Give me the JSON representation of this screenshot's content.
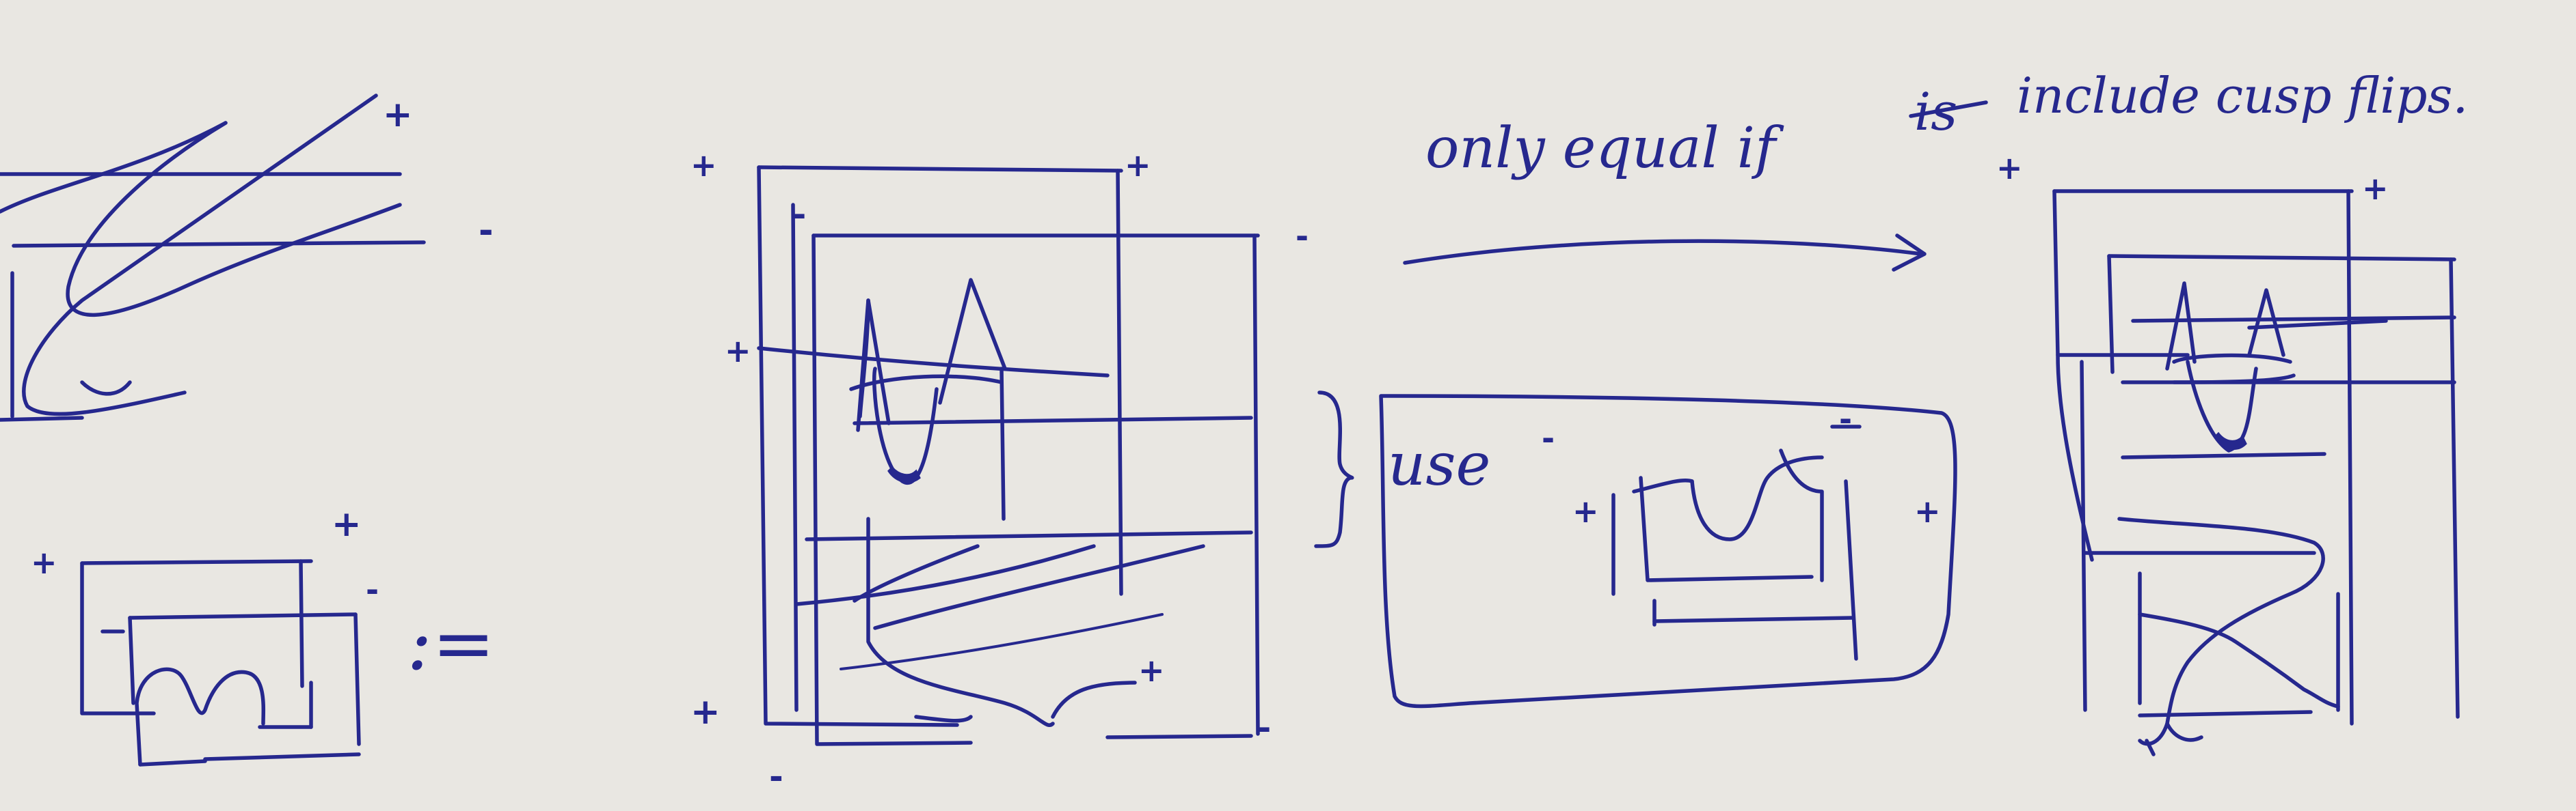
{
  "annotation": {
    "top_note": "only equal if",
    "struck_word": "is",
    "top_note_cont": "include cusp flips.",
    "use_label": "use",
    "def_symbol": ":="
  },
  "signs": {
    "plus": "+",
    "minus": "-"
  },
  "colors": {
    "ink": "#26288e",
    "paper": "#e9e7e2"
  }
}
